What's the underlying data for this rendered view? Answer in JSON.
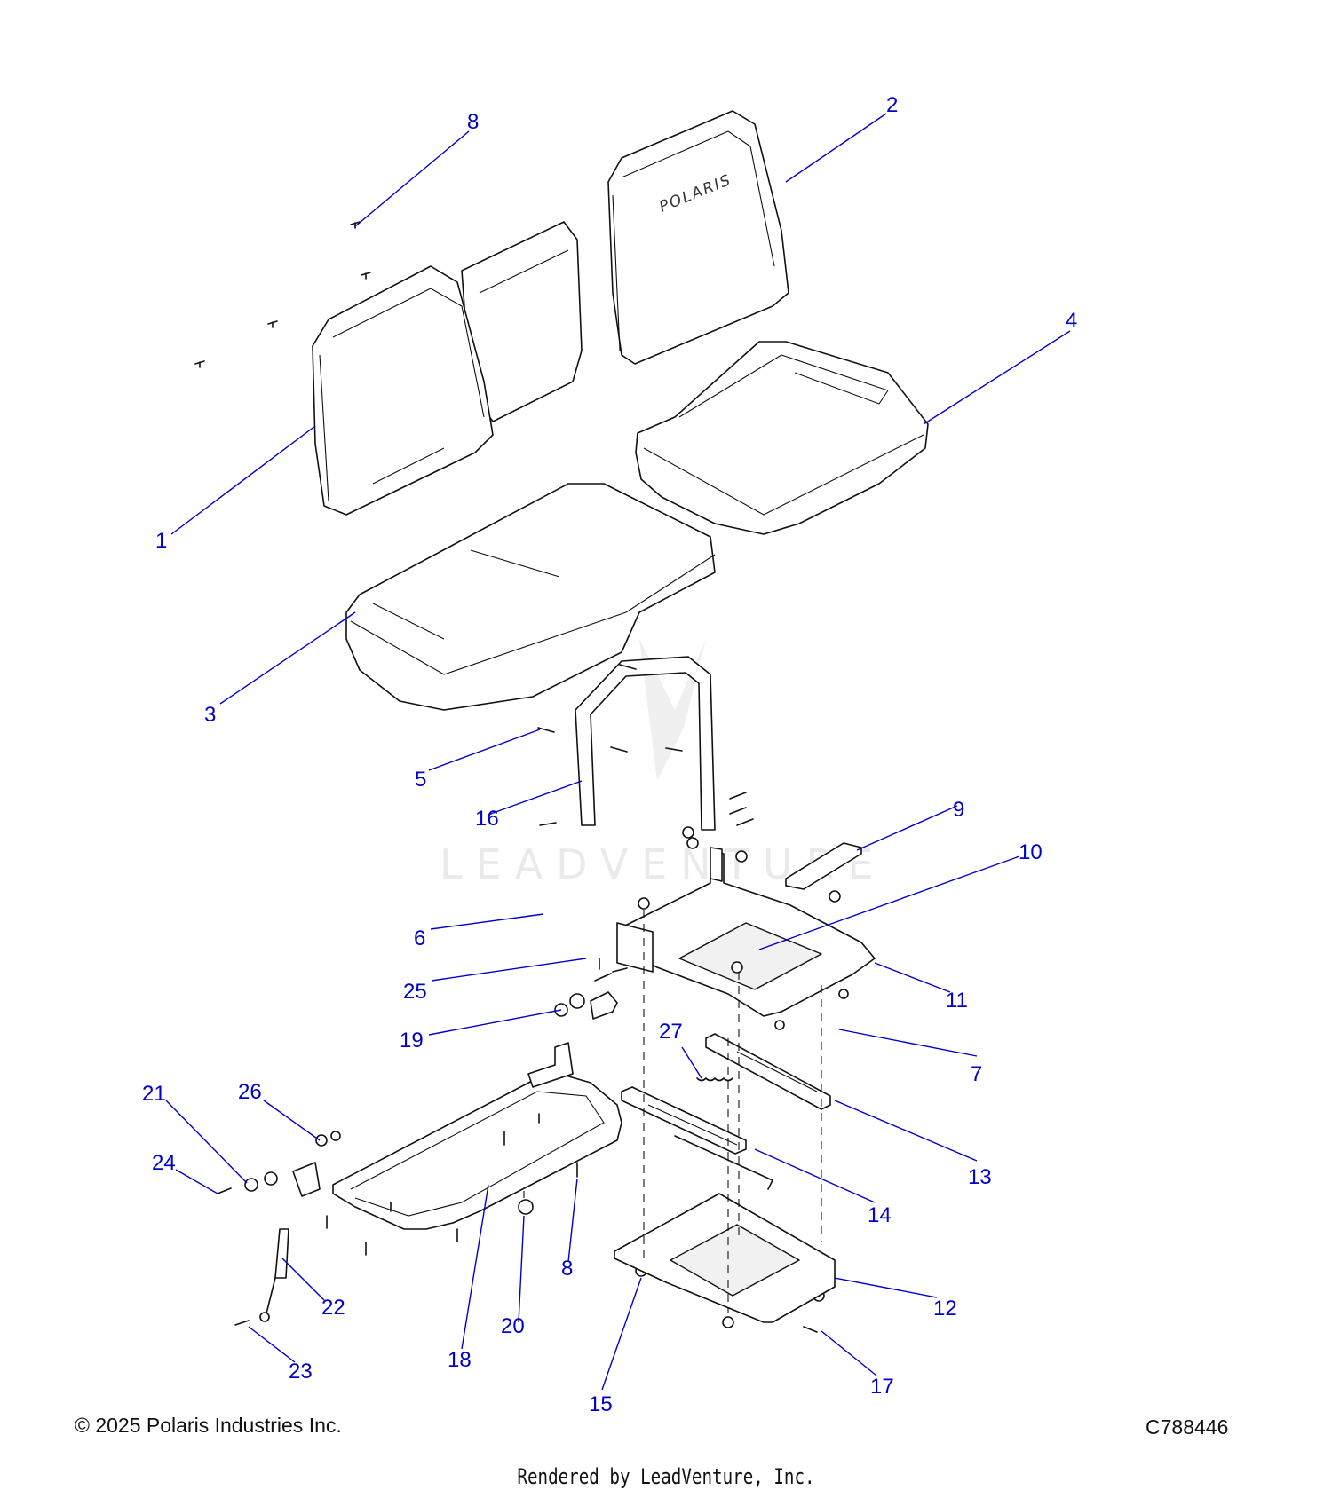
{
  "diagram": {
    "logo_text": "POLARIS",
    "watermark": "LEADVENTURE",
    "callouts": [
      "1",
      "2",
      "3",
      "4",
      "5",
      "6",
      "7",
      "8",
      "9",
      "10",
      "11",
      "12",
      "13",
      "14",
      "15",
      "16",
      "17",
      "18",
      "19",
      "20",
      "21",
      "22",
      "23",
      "24",
      "25",
      "26",
      "27"
    ],
    "second_callouts": {
      "8": "8"
    }
  },
  "footer": {
    "copyright": "© 2025 Polaris Industries Inc.",
    "diagram_id": "C788446",
    "rendered_by": "Rendered by LeadVenture, Inc."
  }
}
